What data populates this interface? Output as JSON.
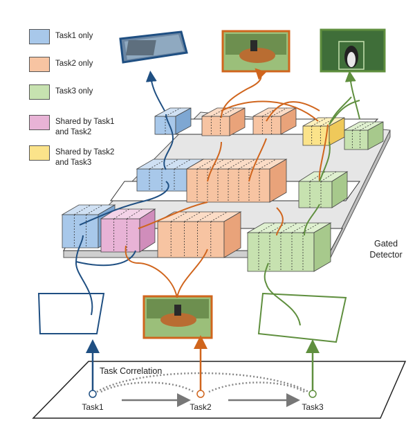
{
  "legend": [
    {
      "label": "Task1 only",
      "color": "#a8c8ea"
    },
    {
      "label": "Task2 only",
      "color": "#f7c4a2"
    },
    {
      "label": "Task3 only",
      "color": "#c7e2b0"
    },
    {
      "label": "Shared by Task1\nand Task2",
      "color": "#e8b3d6"
    },
    {
      "label": "Shared by Task2\nand Task3",
      "color": "#fbe38a"
    }
  ],
  "detector_label": "Gated\nDetector",
  "correlation": {
    "title": "Task Correlation",
    "tasks": [
      "Task1",
      "Task2",
      "Task3"
    ]
  },
  "colors": {
    "task1": "#1f4f82",
    "task2": "#d0651d",
    "task3": "#5f8f3e"
  }
}
